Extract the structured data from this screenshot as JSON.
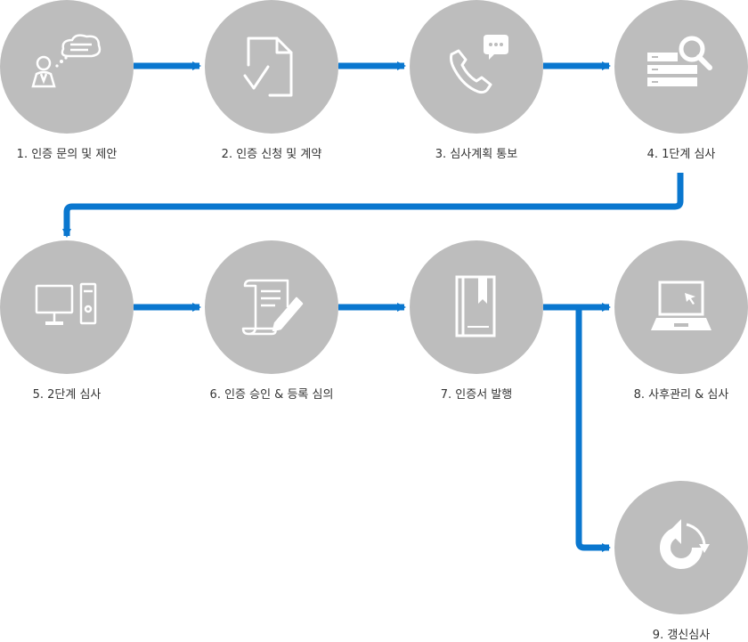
{
  "colors": {
    "circle": "#bdbdbd",
    "arrow": "#0a77cf",
    "icon": "#ffffff",
    "text": "#333333"
  },
  "steps": [
    {
      "label": "1. 인증 문의 및 제안",
      "icon": "consultation-icon"
    },
    {
      "label": "2. 인증 신청 및 계약",
      "icon": "document-check-icon"
    },
    {
      "label": "3. 심사계획 통보",
      "icon": "phone-chat-icon"
    },
    {
      "label": "4. 1단계 심사",
      "icon": "server-search-icon"
    },
    {
      "label": "5. 2단계 심사",
      "icon": "desktop-computer-icon"
    },
    {
      "label": "6. 인증 승인 & 등록 심의",
      "icon": "contract-pen-icon"
    },
    {
      "label": "7. 인증서 발행",
      "icon": "certificate-book-icon"
    },
    {
      "label": "8. 사후관리 & 심사",
      "icon": "laptop-icon"
    },
    {
      "label": "9. 갱신심사",
      "icon": "renewal-cycle-icon"
    }
  ]
}
